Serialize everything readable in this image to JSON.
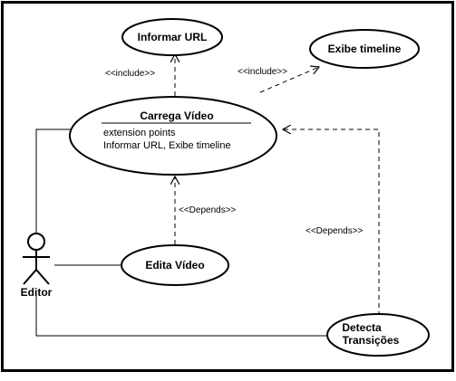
{
  "diagram": {
    "actor": {
      "name": "Editor"
    },
    "use_cases": {
      "informar_url": "Informar URL",
      "exibe_timeline": "Exibe timeline",
      "carrega_video": {
        "title": "Carrega Vídeo",
        "ext_heading": "extension points",
        "ext_points": "Informar URL, Exibe timeline"
      },
      "edita_video": "Edita Vídeo",
      "detecta_transicoes": {
        "line1": "Detecta",
        "line2": "Transições"
      }
    },
    "relations": {
      "include_informar": "<<include>>",
      "include_exibe": "<<include>>",
      "depends_edita": "<<Depends>>",
      "depends_detecta": "<<Depends>>"
    }
  }
}
